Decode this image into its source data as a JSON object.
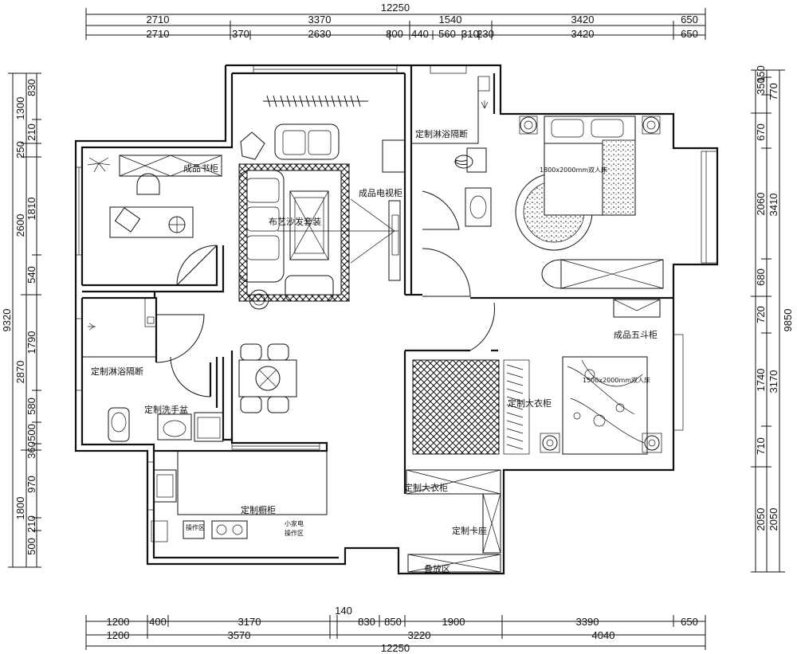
{
  "dimensions": {
    "top_total": "12250",
    "top_row1": [
      "2710",
      "3370",
      "1540",
      "3420",
      "650"
    ],
    "top_row2": [
      "2710",
      "370",
      "2630",
      "800",
      "440",
      "560",
      "310",
      "230",
      "3420",
      "650"
    ],
    "bottom_total": "12250",
    "bottom_row_extra": "140",
    "bottom_row1": [
      "1200",
      "400",
      "3170",
      "830",
      "850",
      "1900",
      "3390",
      "650"
    ],
    "bottom_row2": [
      "1200",
      "3570",
      "3220",
      "4040"
    ],
    "left_total": "9320",
    "left_outer": [
      "1300",
      "250",
      "2600",
      "2870",
      "1800"
    ],
    "left_inner": [
      "830",
      "210",
      "1810",
      "540",
      "1790",
      "580",
      "500",
      "360",
      "970",
      "210",
      "500"
    ],
    "right_total": "9850",
    "right_outer": [
      "770",
      "3410",
      "3170",
      "2050"
    ],
    "right_inner": [
      "150",
      "350",
      "670",
      "2060",
      "680",
      "720",
      "1740",
      "710",
      "2050"
    ]
  },
  "rooms": {
    "bookcase": "成品书柜",
    "sofa": "布艺沙发套装",
    "tv_cabinet": "成品电视柜",
    "shower_top": "定制淋浴隔断",
    "bed_top": "1800x2000mm双人床",
    "dresser": "成品五斗柜",
    "shower_left": "定制淋浴隔断",
    "wash_basin": "定制洗手盆",
    "wardrobe_bed2": "定制大衣柜",
    "bed_bottom": "1500x2000mm双人床",
    "wardrobe_hall": "定制大衣柜",
    "kitchen_cabinet": "定制橱柜",
    "operation_area": "操作区",
    "appliance_area_line1": "小家电",
    "appliance_area_line2": "操作区",
    "booth_seat": "定制卡座",
    "folding_area": "叠放区"
  },
  "colors": {
    "line": "#111111",
    "background": "#ffffff"
  }
}
